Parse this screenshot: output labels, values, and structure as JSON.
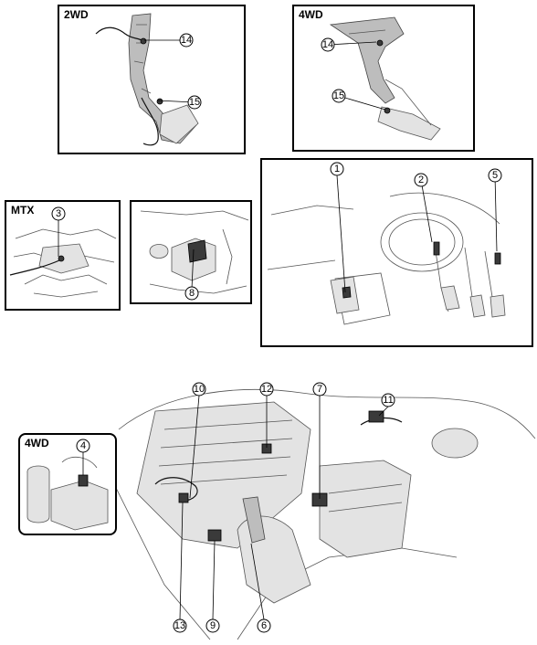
{
  "panels": {
    "twowd": {
      "label": "2WD"
    },
    "fourwd": {
      "label": "4WD"
    },
    "mtx": {
      "label": "MTX"
    },
    "engine_inset": {
      "label": "4WD"
    }
  },
  "callouts": {
    "c1": "1",
    "c2": "2",
    "c3": "3",
    "c4": "4",
    "c5": "5",
    "c6": "6",
    "c7": "7",
    "c8": "8",
    "c9": "9",
    "c10": "10",
    "c11": "11",
    "c12": "12",
    "c13": "13",
    "c14a": "14",
    "c14b": "14",
    "c15a": "15",
    "c15b": "15"
  },
  "colors": {
    "line": "#000000",
    "part": "#3a3a3a",
    "background": "#ffffff"
  }
}
